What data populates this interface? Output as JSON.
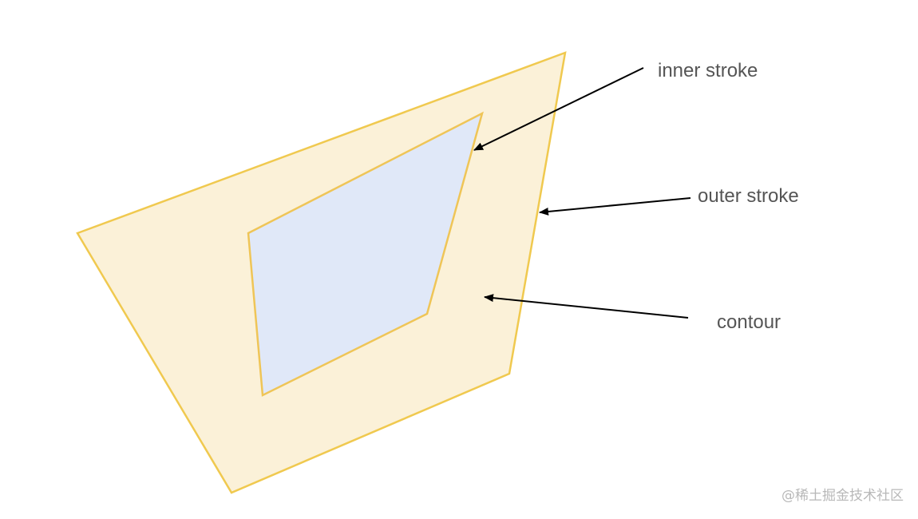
{
  "diagram": {
    "labels": {
      "inner_stroke": "inner stroke",
      "outer_stroke": "outer stroke",
      "contour": "contour"
    },
    "colors": {
      "outer_fill": "#fbf1d8",
      "outer_stroke": "#f0c94f",
      "inner_fill": "#e0e8f8",
      "inner_stroke": "#efc557",
      "arrow": "#000000",
      "label": "#555555"
    }
  },
  "watermark": "@稀土掘金技术社区"
}
